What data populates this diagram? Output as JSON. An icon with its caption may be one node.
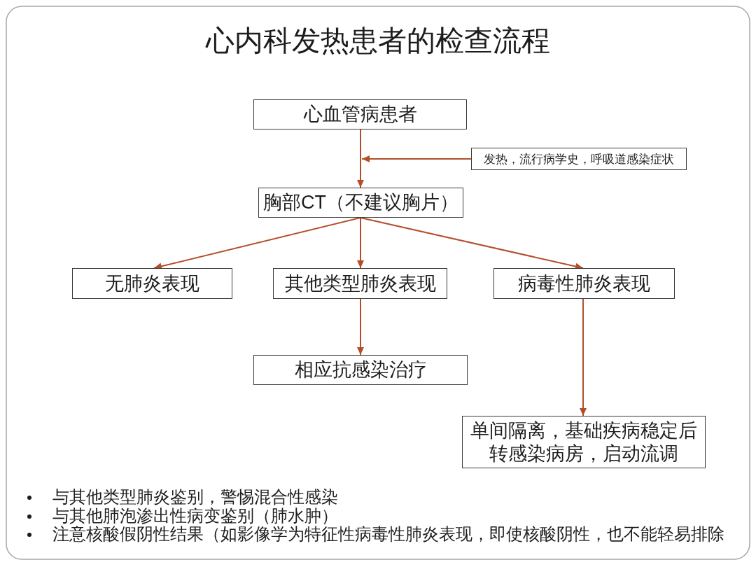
{
  "diagram": {
    "title": "心内科发热患者的检查流程",
    "nodes": [
      {
        "text": [
          "心血管病患者"
        ]
      },
      {
        "text": [
          "发热，流行病学史，呼吸道感染症状"
        ]
      },
      {
        "text": [
          "胸部CT（不建议胸片）"
        ]
      },
      {
        "text": [
          "无肺炎表现"
        ]
      },
      {
        "text": [
          "其他类型肺炎表现"
        ]
      },
      {
        "text": [
          "病毒性肺炎表现"
        ]
      },
      {
        "text": [
          "相应抗感染治疗"
        ]
      },
      {
        "text": [
          "单间隔离，基础疾病稳定后转感染病房，启动流调"
        ]
      }
    ],
    "edges": [
      {
        "from": 0,
        "to": 2,
        "arrow": "to"
      },
      {
        "from": 1,
        "to": null,
        "arrow": "to"
      },
      {
        "from": 2,
        "to": 3,
        "arrow": "to"
      },
      {
        "from": 2,
        "to": 4,
        "arrow": "to"
      },
      {
        "from": 2,
        "to": 5,
        "arrow": "to"
      },
      {
        "from": 4,
        "to": 6,
        "arrow": "to"
      },
      {
        "from": 5,
        "to": 7,
        "arrow": "to"
      }
    ],
    "labels": [
      "与其他类型肺炎鉴别，警惕混合性感染",
      "与其他肺泡渗出性病变鉴别（肺水肿）",
      "注意核酸假阴性结果（如影像学为特征性病毒性肺炎表现，即使核酸阴性，也不能轻易排除"
    ]
  }
}
